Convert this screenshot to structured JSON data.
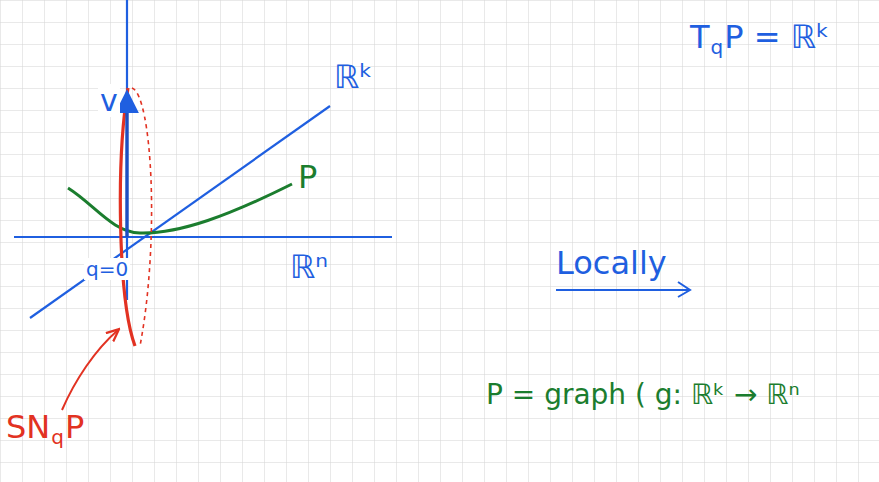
{
  "diagram": {
    "labels": [
      "v",
      "ℝᵏ",
      "T",
      "q",
      "P = ℝᵏ",
      "P",
      "ℝⁿ",
      "Locally",
      "q=0",
      "P = graph ( g: ℝᵏ → ℝⁿ",
      "SN",
      "q",
      "P"
    ]
  }
}
